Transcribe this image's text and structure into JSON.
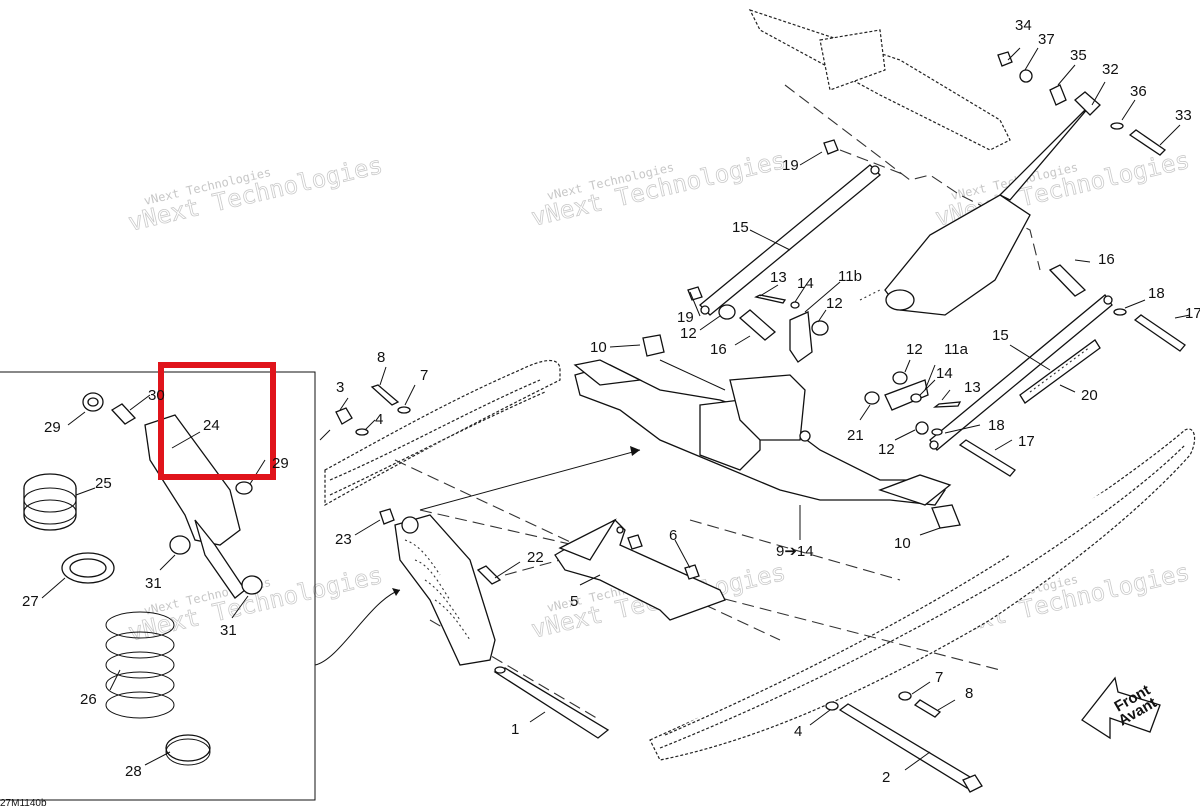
{
  "labels": {
    "n1": "1",
    "n2": "2",
    "n3": "3",
    "n4a": "4",
    "n4b": "4",
    "n5": "5",
    "n6": "6",
    "n7a": "7",
    "n7b": "7",
    "n8a": "8",
    "n8b": "8",
    "n9": "9➔14",
    "n10a": "10",
    "n10b": "10",
    "n11a": "11a",
    "n11b": "11b",
    "n12a": "12",
    "n12b": "12",
    "n12c": "12",
    "n12d": "12",
    "n13a": "13",
    "n13b": "13",
    "n14a": "14",
    "n14b": "14",
    "n15a": "15",
    "n15b": "15",
    "n16a": "16",
    "n16b": "16",
    "n17a": "17",
    "n17b": "17",
    "n18a": "18",
    "n18b": "18",
    "n19a": "19",
    "n19b": "19",
    "n20": "20",
    "n21": "21",
    "n22": "22",
    "n23": "23",
    "n24": "24",
    "n25": "25",
    "n26": "26",
    "n27": "27",
    "n28": "28",
    "n29a": "29",
    "n29b": "29",
    "n30": "30",
    "n31a": "31",
    "n31b": "31",
    "n32": "32",
    "n33": "33",
    "n34": "34",
    "n35": "35",
    "n36": "36",
    "n37": "37"
  },
  "front_arrow": {
    "line1": "Front",
    "line2": "Avant"
  },
  "figure_ref": "27M1140b",
  "watermark": {
    "small": "vNext Technologies",
    "big": "vNext Technologies"
  },
  "highlight_color": "#e0141b"
}
